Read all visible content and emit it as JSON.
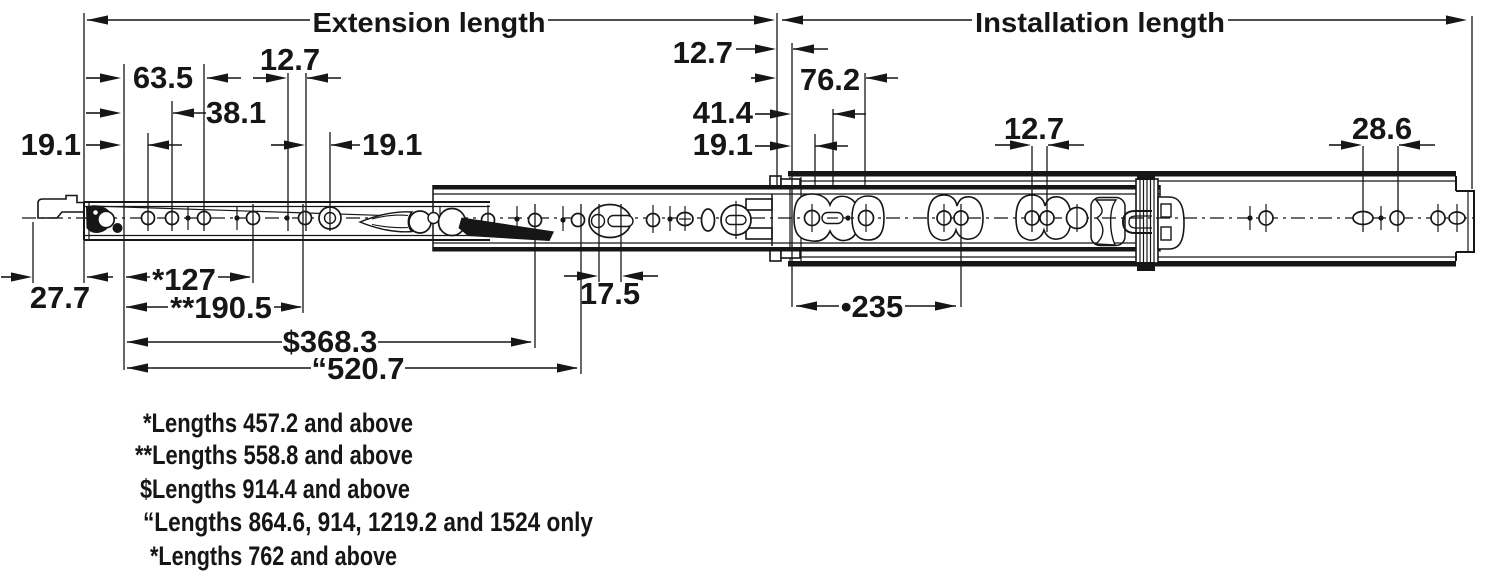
{
  "diagram": {
    "type": "technical-dimension-drawing",
    "subject": "telescopic drawer slide side view",
    "units_implied": "mm",
    "colors": {
      "ink": "#161616",
      "background": "#ffffff"
    },
    "titles": {
      "extension": "Extension length",
      "installation": "Installation length"
    },
    "dims": {
      "d19_1_far_left": "19.1",
      "d63_5": "63.5",
      "d38_1": "38.1",
      "d12_7_left": "12.7",
      "d19_1_left_b": "19.1",
      "d12_7_mid": "12.7",
      "d41_4": "41.4",
      "d19_1_mid": "19.1",
      "d76_2": "76.2",
      "d12_7_right": "12.7",
      "d28_6": "28.6",
      "d27_7": "27.7",
      "d127": "*127",
      "d190_5": "**190.5",
      "d368_3": "$368.3",
      "d520_7": "“520.7",
      "d17_5": "17.5",
      "d235": "•235"
    },
    "footnotes": [
      "*Lengths 457.2 and above",
      "**Lengths 558.8 and above",
      "$Lengths 914.4 and above",
      "“Lengths 864.6, 914, 1219.2 and 1524 only",
      "*Lengths 762 and above"
    ]
  }
}
